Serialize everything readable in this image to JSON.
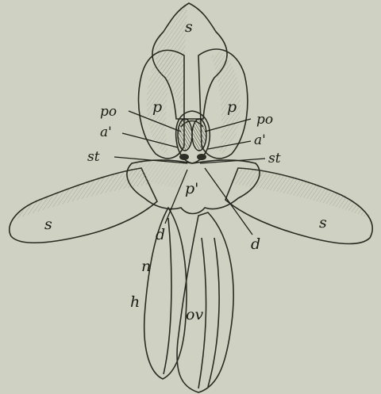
{
  "figure": {
    "labels": {
      "sepal_top": "s",
      "petal_left": "p",
      "petal_right": "p",
      "pollinium_left": "po",
      "pollinium_right": "po",
      "anther_left": "a'",
      "anther_right": "a'",
      "stigma_left": "st",
      "stigma_right": "st",
      "labellum": "p'",
      "sepal_left": "s",
      "sepal_right": "s",
      "disc_left": "d",
      "disc_right": "d",
      "nectary": "n",
      "spur": "h",
      "ovary": "ov"
    }
  }
}
